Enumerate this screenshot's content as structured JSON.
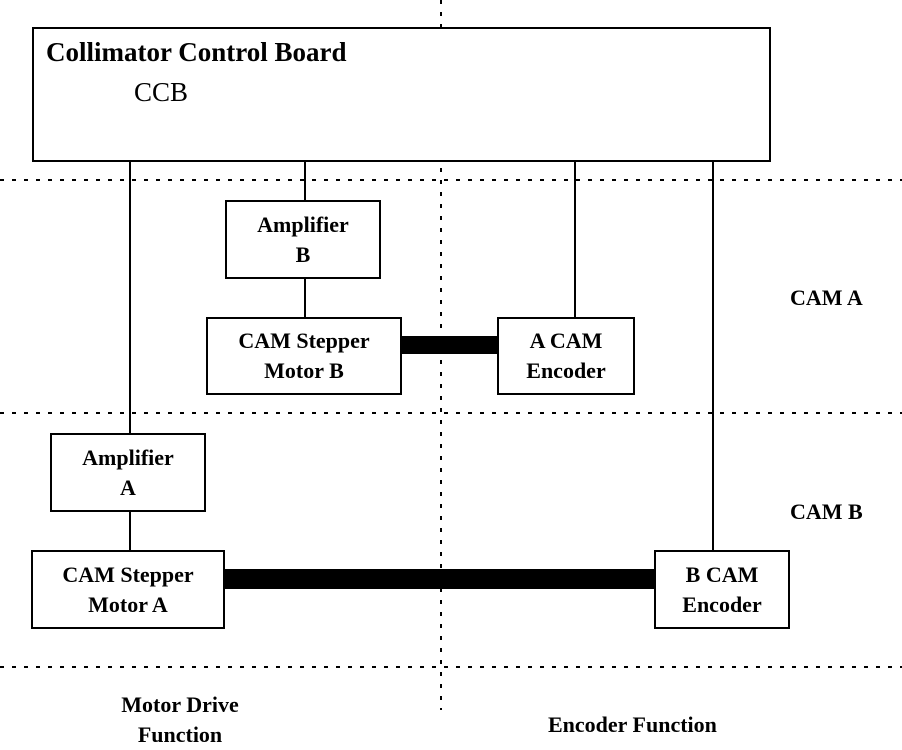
{
  "diagram": {
    "ccb": {
      "title": "Collimator Control Board",
      "abbr": "CCB"
    },
    "blocks": {
      "amplifier_b": {
        "line1": "Amplifier",
        "line2": "B"
      },
      "stepper_motor_b": {
        "line1": "CAM Stepper",
        "line2": "Motor B"
      },
      "a_cam_encoder": {
        "line1": "A CAM",
        "line2": "Encoder"
      },
      "amplifier_a": {
        "line1": "Amplifier",
        "line2": "A"
      },
      "stepper_motor_a": {
        "line1": "CAM Stepper",
        "line2": "Motor A"
      },
      "b_cam_encoder": {
        "line1": "B CAM",
        "line2": "Encoder"
      }
    },
    "zones": {
      "cam_a": "CAM A",
      "cam_b": "CAM B",
      "motor_drive_line1": "Motor Drive",
      "motor_drive_line2": "Function",
      "encoder_function": "Encoder Function"
    },
    "connections": [
      {
        "from": "ccb",
        "to": "amplifier_b",
        "type": "signal"
      },
      {
        "from": "amplifier_b",
        "to": "stepper_motor_b",
        "type": "signal"
      },
      {
        "from": "ccb",
        "to": "a_cam_encoder",
        "type": "signal"
      },
      {
        "from": "ccb",
        "to": "amplifier_a",
        "type": "signal"
      },
      {
        "from": "amplifier_a",
        "to": "stepper_motor_a",
        "type": "signal"
      },
      {
        "from": "ccb",
        "to": "b_cam_encoder",
        "type": "signal"
      },
      {
        "from": "stepper_motor_b",
        "to": "a_cam_encoder",
        "type": "mechanical-shaft"
      },
      {
        "from": "stepper_motor_a",
        "to": "b_cam_encoder",
        "type": "mechanical-shaft"
      }
    ]
  }
}
